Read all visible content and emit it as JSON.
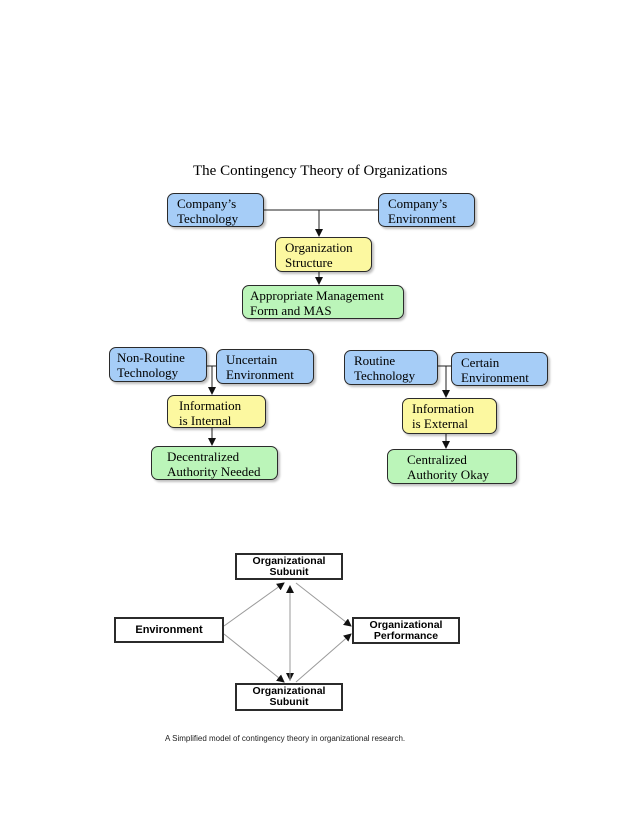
{
  "top_diagram": {
    "title": "The Contingency Theory of Organizations",
    "company_technology": "Company’s\nTechnology",
    "company_environment": "Company’s\nEnvironment",
    "organization_structure": "Organization\nStructure",
    "management_form": "Appropriate Management\n   Form and MAS"
  },
  "left_branch": {
    "non_routine_technology": "Non-Routine\nTechnology",
    "uncertain_environment": "Uncertain\nEnvironment",
    "information_internal": "Information\n  is Internal",
    "decentralized_authority": "Decentralized\nAuthority Needed"
  },
  "right_branch": {
    "routine_technology": "Routine\nTechnology",
    "certain_environment": "Certain\nEnvironment",
    "information_external": "Information\n  is External",
    "centralized_authority": "Centralized\nAuthority Okay"
  },
  "bottom_diagram": {
    "subunit_top": "Organizational\nSubunit",
    "environment": "Environment",
    "performance": "Organizational\nPerformance",
    "subunit_bottom": "Organizational\nSubunit",
    "caption": "A Simplified model of contingency theory in organizational research."
  },
  "colors": {
    "technology_environment_box": "#a6cdf7",
    "information_structure_box": "#fcf8a0",
    "outcome_box": "#bbf5b9"
  }
}
